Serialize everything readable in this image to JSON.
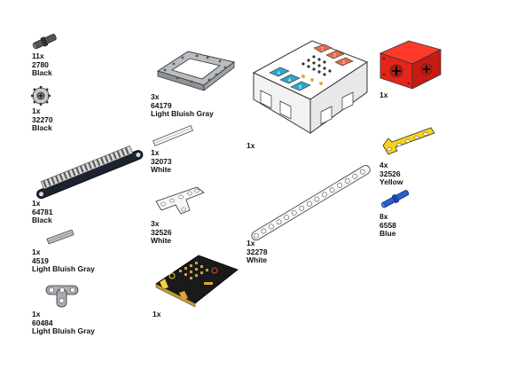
{
  "parts": [
    {
      "id": "pin-black",
      "qty": "11x",
      "num": "2780",
      "color": "Black"
    },
    {
      "id": "gear-12",
      "qty": "1x",
      "num": "32270",
      "color": "Black"
    },
    {
      "id": "gear-rack",
      "qty": "1x",
      "num": "64781",
      "color": "Black"
    },
    {
      "id": "axle-4519",
      "qty": "1x",
      "num": "4519",
      "color": "Light Bluish Gray"
    },
    {
      "id": "t-beam",
      "qty": "1x",
      "num": "60484",
      "color": "Light Bluish Gray"
    },
    {
      "id": "frame",
      "qty": "3x",
      "num": "64179",
      "color": "Light Bluish Gray"
    },
    {
      "id": "axle-white",
      "qty": "1x",
      "num": "32073",
      "color": "White"
    },
    {
      "id": "l-beam-white",
      "qty": "3x",
      "num": "32526",
      "color": "White"
    },
    {
      "id": "microbit",
      "qty": "1x",
      "num": "",
      "color": ""
    },
    {
      "id": "hub",
      "qty": "1x",
      "num": "",
      "color": ""
    },
    {
      "id": "long-beam",
      "qty": "1x",
      "num": "32278",
      "color": "White"
    },
    {
      "id": "motor-red",
      "qty": "1x",
      "num": "",
      "color": ""
    },
    {
      "id": "l-beam-yellow",
      "qty": "4x",
      "num": "32526",
      "color": "Yellow"
    },
    {
      "id": "pin-blue",
      "qty": "8x",
      "num": "6558",
      "color": "Blue"
    }
  ],
  "hub_button_glyphs": [
    "1",
    "2",
    "3",
    "4",
    "A",
    "B"
  ]
}
